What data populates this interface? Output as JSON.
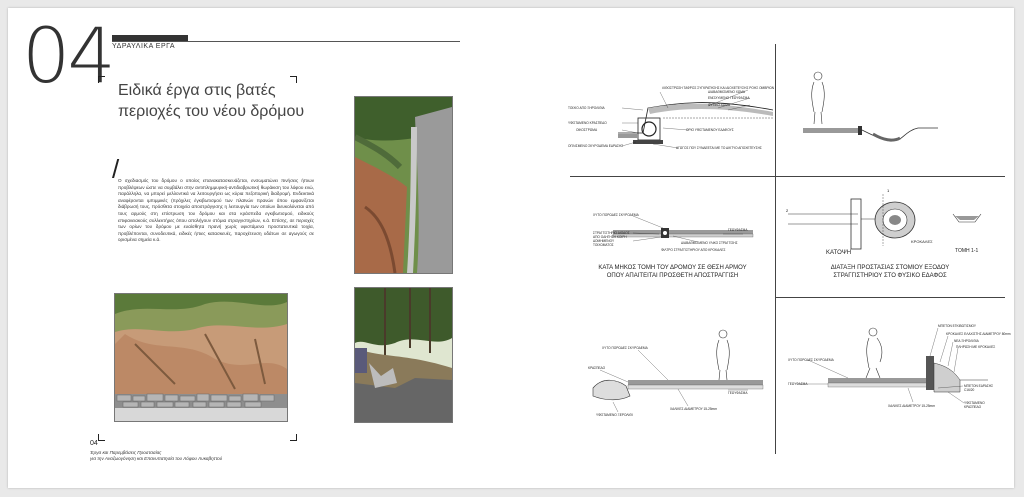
{
  "chapter": {
    "number": "04",
    "label": "ΥΔΡΑΥΛΙΚΑ ΕΡΓΑ"
  },
  "title": {
    "line1": "Ειδικά έργα στις βατές",
    "line2": "περιοχές του νέου δρόμου"
  },
  "slash": "/",
  "body_text": "Ο σχεδιασμός του δρόμου ο οποίος επανακατασκευάζεται, ενσωματώνει πινήσεις ήπιων προβλέψεων ώστε να συμβάλει στην αντιπλημμυρική-αντιδιαβρωτική θωράκιση του λόφου ενώ, παράλληλα, να μπορεί μελλοντικά να λειτουργήσει ως κύρια πεζοπορική διαδρομή. Ενδεικτικά αναφέρονται ιμπιμμικές (πρόχιλες έγκιβωτισμού των πλαϊνών πρανών όπου εμφανίζεται διάβρωσή τους, πρόσθετα στοιχεία αποστράγγισης η λειτουργία των οποίων διευκολύνεται από τους αρμούς στη επίστρωση του δρόμου και στα κράσπεδα εγκιβωτισμού, ειδικούς επιφανειακούς συλλεκτήρες όπου απολήγουν στόμια στραγγιστηρίων, κ.ά. Επίσης, σε περιοχές των ορίων του δρόμου με ευαίσθητα πρανή χωρίς υφιστάμενα προστατευτικά τοιχία, προβλέπονται, συνοδευτικά, ειδικές ήπιες κατασκευές, παροχέτευση υδάτων σε αγωγούς σε ορισμένα σημεία κ.ά.",
  "footer": {
    "page": "04",
    "line1": "Έργα και Παρεμβάσεις Προστασίας",
    "line2": "για την Αναζωογόνηση και Επανυπατησία του Λόφου Λυκαβηττού"
  },
  "drawings": {
    "d1_labels": [
      "ΛΙΘΟΣΤΡΩΣΗ ΤΑΦΡΟΣ ΣΥΓΚΡΑΤΗΣΗΣ ΚΑΙ ΔΙΟΧΕΤΕΥΣΗΣ ΡΟΗΣ ΟΜΒΡΙΩΝ",
      "ΔΙΑΒΑΘΜΙΣΜΕΝΟ ΧΩΜΑ",
      "ΕΝΙΣΧΥΜΕΝΟ ΓΕΩΥΦΑΣΜΑ",
      "ΦΥΤΙΚΟ ΧΩΜΑ",
      "ΤΟΙΧΙΟ ΑΠΟ ΞΗΡΟΛΙΘΙΑ",
      "ΥΦΙΣΤΑΜΕΝΟ ΚΡΑΣΠΕΔΟ",
      "ΟΙΚΟΣΤΡΩΜΑ",
      "ΟΠΛΙΣΜΕΝΟ ΣΚΥΡΟΔΕΜΑ ΕΔΡΑΣΗΣ",
      "ΟΡΙΟ ΥΦΙΣΤΑΜΕΝΟΥ ΕΔΑΦΟΥΣ",
      "ΑΓΩΓΟΣ ΠΟΥ ΣΥΝΔΕΕΤΑΙ ΜΕ ΤΟ ΔΙΚΤΥΟ ΑΠΟΧΕΤΕΥΣΗΣ"
    ],
    "d2_caption_line1": "ΚΑΤΑ ΜΗΚΟΣ ΤΟΜΗ ΤΟΥ ΔΡΟΜΟΥ ΣΕ ΘΕΣΗ ΑΡΜΟΥ",
    "d2_caption_line2": "ΟΠΟΥ ΑΠΑΙΤΕΙΤΑΙ ΠΡΟΣΘΕΤΗ ΑΠΟΣΤΡΑΓΓΙΣΗ",
    "d2_labels": [
      "ΧΥΤΟ ΠΟΡΩΔΕΣ ΣΚΥΡΟΔΕΜΑ",
      "ΣΤΡΑΓΓΙΣΤΗΡΙΟ ΔΙΟΔΟΣ ΑΠΟ ΟΔΗΓΗΣΗ ΚΟΙΡΗ ΔΟΜΗΜΕΝΟΥ ΤΟΙΧΩΜΑΤΟΣ",
      "ΓΕΩΥΦΑΣΜΑ",
      "ΔΙΑΒΑΘΜΙΣΜΕΝΟ ΥΛΙΚΟ ΣΤΡΑΓΓΙΣΗΣ",
      "ΦΙΛΤΡΟ ΣΤΡΑΓΓΙΣΤΗΡΙΟΥ ΑΠΟ ΚΡΟΚΑΛΕΣ"
    ],
    "d3_caption_line1": "ΔΙΑΤΑΞΗ ΠΡΟΣΤΑΣΙΑΣ ΣΤΟΜΙΟΥ ΕΞΟΔΟΥ",
    "d3_caption_line2": "ΣΤΡΑΓΓΙΣΤΗΡΙΟΥ ΣΤΟ ΦΥΣΙΚΟ ΕΔΑΦΟΣ",
    "d3_plan_label": "ΚΑΤΟΨΗ",
    "d3_section_label": "ΤΟΜΗ 1-1",
    "d3_kroc": "ΚΡΟΚΑΛΕΣ",
    "d4_labels": [
      "ΧΥΤΟ ΠΟΡΩΔΕΣ ΣΚΥΡΟΔΕΜΑ",
      "ΚΡΑΣΠΕΔΟ",
      "ΓΕΩΥΦΑΣΜΑ",
      "ΧΑΛΙΚΕΣ ΔΙΑΜΕΤΡΟΥ 15-25mm",
      "ΥΦΙΣΤΑΜΕΝΟ ΞΕΡΟΛΙΘΙ"
    ],
    "d5_labels": [
      "ΧΥΤΟ ΠΟΡΩΔΕΣ ΣΚΥΡΟΔΕΜΑ",
      "ΜΠΕΤΟΝ ΕΓΚΙΒΩΤΙΣΜΟΥ",
      "ΚΡΟΚΑΛΕΣ ΕΛΑΧΙΣΤΗΣ ΔΙΑΜΕΤΡΟΥ 80mm",
      "ΝΕΑ ΞΗΡΟΛΙΘΙΑ",
      "ΠΛΗΡΩΣΗ ΜΕ ΚΡΟΚΑΛΕΣ",
      "ΓΕΩΥΦΑΣΜΑ",
      "ΜΠΕΤΟΝ ΕΔΡΑΣΗΣ C16/20",
      "ΧΑΛΙΚΕΣ ΔΙΑΜΕΤΡΟΥ 15-25mm",
      "ΥΦΙΣΤΑΜΕΝΟ ΚΡΑΣΠΕΔΟ"
    ]
  },
  "colors": {
    "ink": "#222222",
    "soil": "#b88a66",
    "foliage": "#4f6b3a",
    "asphalt": "#6e6e6e"
  }
}
